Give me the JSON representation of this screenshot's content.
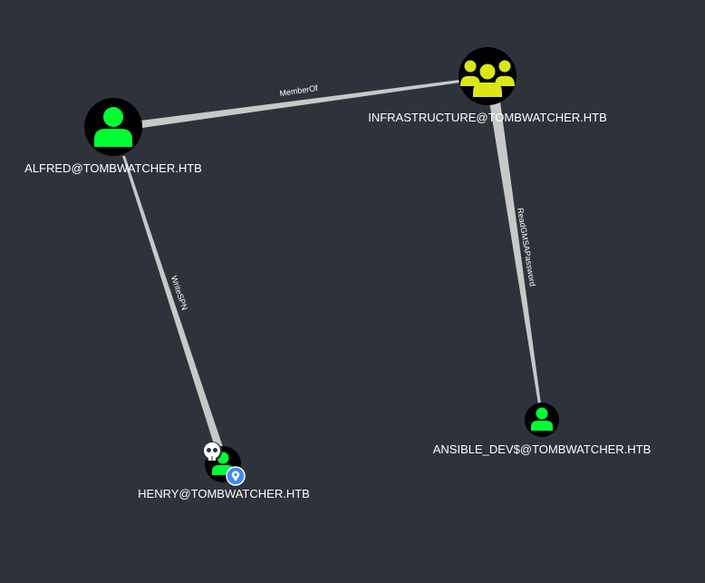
{
  "graph": {
    "background": "#2e333b",
    "colors": {
      "user": "#00ff33",
      "group": "#dbe617",
      "node_fill": "#000000",
      "edge": "#c8c8c8",
      "owned_badge": "#ffffff",
      "highvalue_badge": "#3d8af7"
    },
    "nodes": {
      "alfred": {
        "label": "ALFRED@TOMBWATCHER.HTB",
        "kind": "user",
        "icon": "user-icon"
      },
      "infrastructure": {
        "label": "INFRASTRUCTURE@TOMBWATCHER.HTB",
        "kind": "group",
        "icon": "group-icon"
      },
      "henry": {
        "label": "HENRY@TOMBWATCHER.HTB",
        "kind": "user",
        "icon": "user-icon",
        "badges": [
          "skull-icon",
          "location-pin-icon"
        ]
      },
      "ansible": {
        "label": "ANSIBLE_DEV$@TOMBWATCHER.HTB",
        "kind": "user",
        "icon": "user-icon"
      }
    },
    "edges": {
      "memberof": {
        "label": "MemberOf",
        "from": "alfred",
        "to": "infrastructure"
      },
      "writespn": {
        "label": "WriteSPN",
        "from": "alfred",
        "to": "henry"
      },
      "readgmsa": {
        "label": "ReadGMSAPassword",
        "from": "infrastructure",
        "to": "ansible"
      }
    }
  }
}
